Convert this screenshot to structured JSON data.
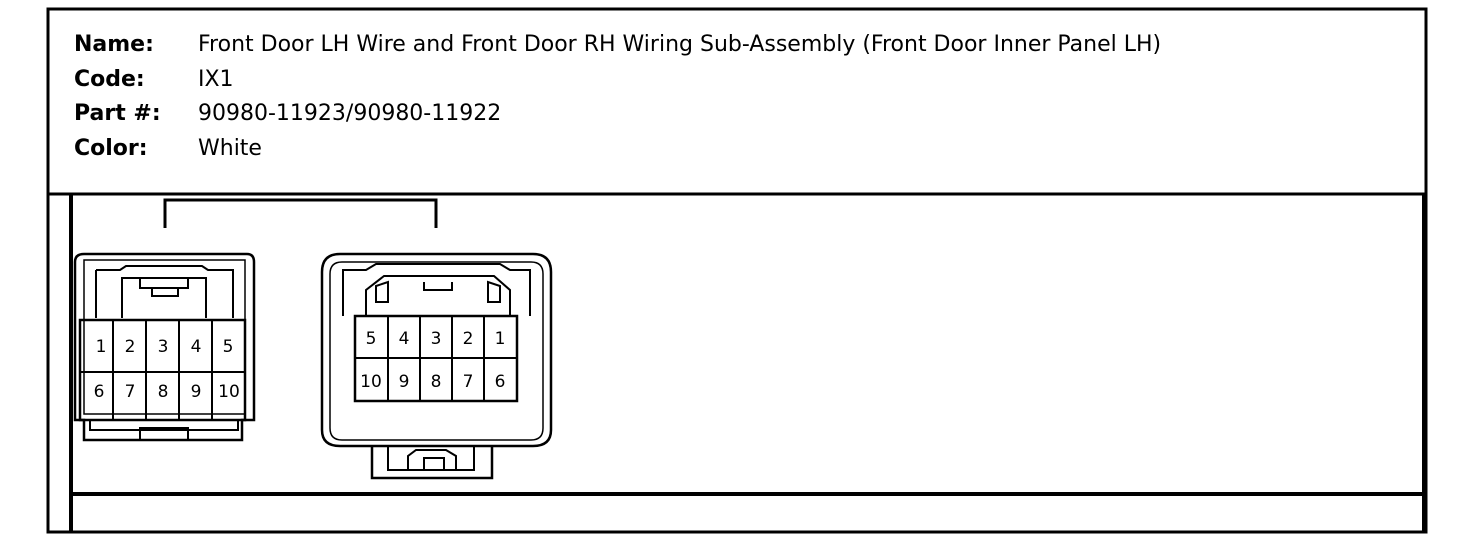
{
  "info": {
    "name_label": "Name:",
    "name_value": "Front Door LH Wire and Front Door RH Wiring Sub-Assembly (Front Door Inner Panel LH)",
    "code_label": "Code:",
    "code_value": "IX1",
    "part_label": "Part #:",
    "part_value": "90980-11923/90980-11922",
    "color_label": "Color:",
    "color_value": "White"
  },
  "connectors": {
    "left": {
      "row1": [
        "1",
        "2",
        "3",
        "4",
        "5"
      ],
      "row2": [
        "6",
        "7",
        "8",
        "9",
        "10"
      ]
    },
    "right": {
      "row1": [
        "5",
        "4",
        "3",
        "2",
        "1"
      ],
      "row2": [
        "10",
        "9",
        "8",
        "7",
        "6"
      ]
    }
  },
  "colors": {
    "line": "#000000",
    "background": "#ffffff"
  }
}
